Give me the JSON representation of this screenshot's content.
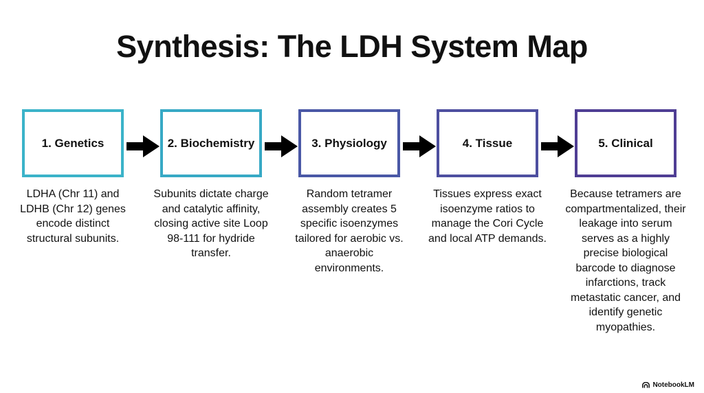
{
  "title": "Synthesis: The LDH System Map",
  "stages": [
    {
      "label": "1. Genetics",
      "description": "LDHA (Chr 11) and LDHB (Chr 12) genes encode distinct structural subunits.",
      "border_color": "#3bb3c9"
    },
    {
      "label": "2. Biochemistry",
      "description": "Subunits dictate charge and catalytic affinity, closing active site Loop 98-111 for hydride transfer.",
      "border_color": "#37a9c5"
    },
    {
      "label": "3. Physiology",
      "description": "Random tetramer assembly creates 5 specific isoenzymes tailored for aerobic vs. anaerobic environments.",
      "border_color": "#4a58a6"
    },
    {
      "label": "4. Tissue",
      "description": "Tissues express exact isoenzyme ratios to manage the Cori Cycle and local ATP demands.",
      "border_color": "#4e4fa0"
    },
    {
      "label": "5. Clinical",
      "description": "Because tetramers are compartmentalized, their leakage into serum serves as a highly precise biological barcode to diagnose infarctions, track metastatic cancer, and identify genetic myopathies.",
      "border_color": "#4f3e94"
    }
  ],
  "connector_color": "#000000",
  "brand": {
    "label": "NotebookLM",
    "icon": "notebooklm-logo-icon"
  }
}
